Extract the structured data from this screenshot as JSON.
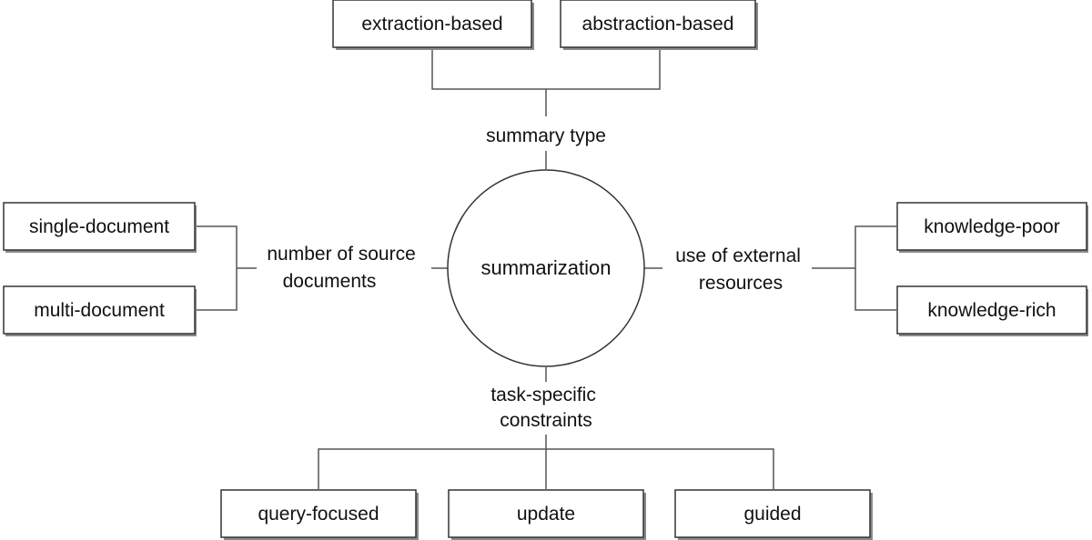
{
  "center": {
    "label": "summarization"
  },
  "top": {
    "dimension": "summary type",
    "options": [
      "extraction-based",
      "abstraction-based"
    ]
  },
  "left": {
    "dimension": [
      "number of source",
      "documents"
    ],
    "options": [
      "single-document",
      "multi-document"
    ]
  },
  "right": {
    "dimension": [
      "use of external",
      "resources"
    ],
    "options": [
      "knowledge-poor",
      "knowledge-rich"
    ]
  },
  "bottom": {
    "dimension": [
      "task-specific",
      "constraints"
    ],
    "options": [
      "query-focused",
      "update",
      "guided"
    ]
  }
}
